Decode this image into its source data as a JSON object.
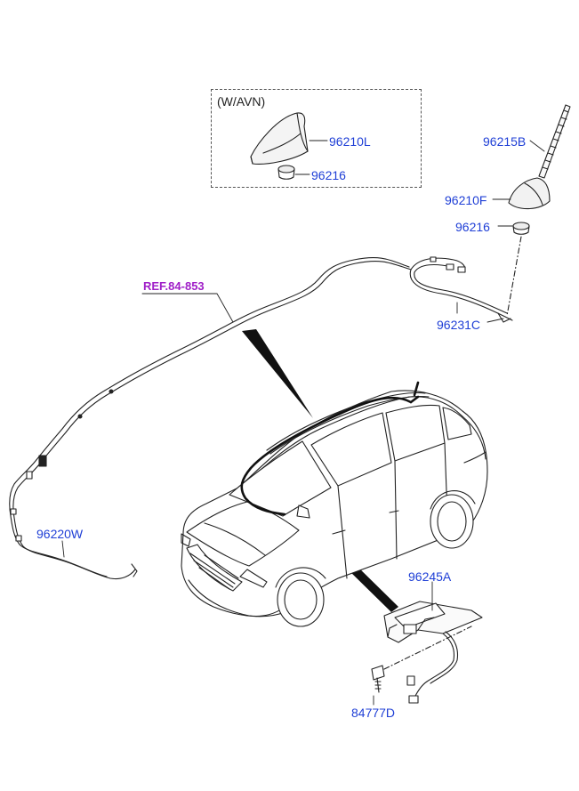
{
  "diagram": {
    "option_box_label": "(W/AVN)",
    "parts": {
      "shark_fin_antenna": "96210L",
      "gasket_in_box": "96216",
      "antenna_rod": "96215B",
      "antenna_base": "96210F",
      "gasket": "96216",
      "roof_feeder_cable": "96231C",
      "main_feeder_cable": "96220W",
      "antenna_amplifier": "96245A",
      "bolt": "84777D"
    },
    "reference": "REF.84-853"
  },
  "colors": {
    "part_label": "#1f3fd6",
    "reference_label": "#a020c8",
    "line_art": "#222222"
  }
}
